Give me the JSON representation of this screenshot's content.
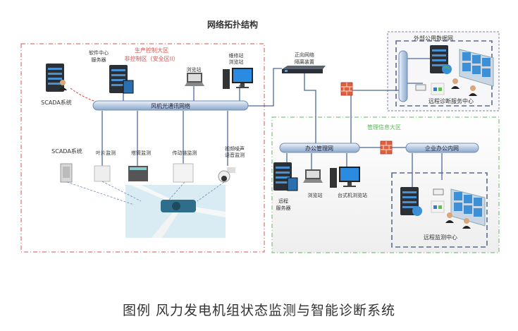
{
  "title": "网络拓扑结构",
  "caption": "图例  风力发电机组状态监测与智能诊断系统",
  "zones": {
    "production": {
      "line1": "生产控制大区",
      "line2": "非控制区（安全区II）",
      "color": "#d9534f"
    },
    "management": {
      "label": "管理信息大区",
      "color": "#5cb85c"
    },
    "external": {
      "label": "外部公用数据网",
      "color": "#5a6b8c"
    }
  },
  "buses": {
    "fan_network": "风机光通讯网络",
    "office_network": "办公管理网",
    "enterprise_network": "企业办公内网"
  },
  "nodes": {
    "scada_top": "SCADA系统",
    "center_server": [
      "软件中心",
      "服务器"
    ],
    "browse_station": "浏览站",
    "maint_station": [
      "维修站",
      "浏览站"
    ],
    "isolation": [
      "正向网络",
      "隔离装置"
    ],
    "remote_diag_center": "远程诊断服务中心",
    "remote_server": [
      "远程",
      "服务器"
    ],
    "browse_station_2": "浏览站",
    "desktop_station": "台式机浏览站",
    "remote_monitor_center": "远程监测中心",
    "scada_bottom": "SCADA系统",
    "blade_monitor": "叶片监测",
    "tower_monitor": "塔筒监测",
    "drive_monitor": "传动链监测",
    "video_monitor": [
      "视频噪声",
      "语音监测"
    ]
  }
}
